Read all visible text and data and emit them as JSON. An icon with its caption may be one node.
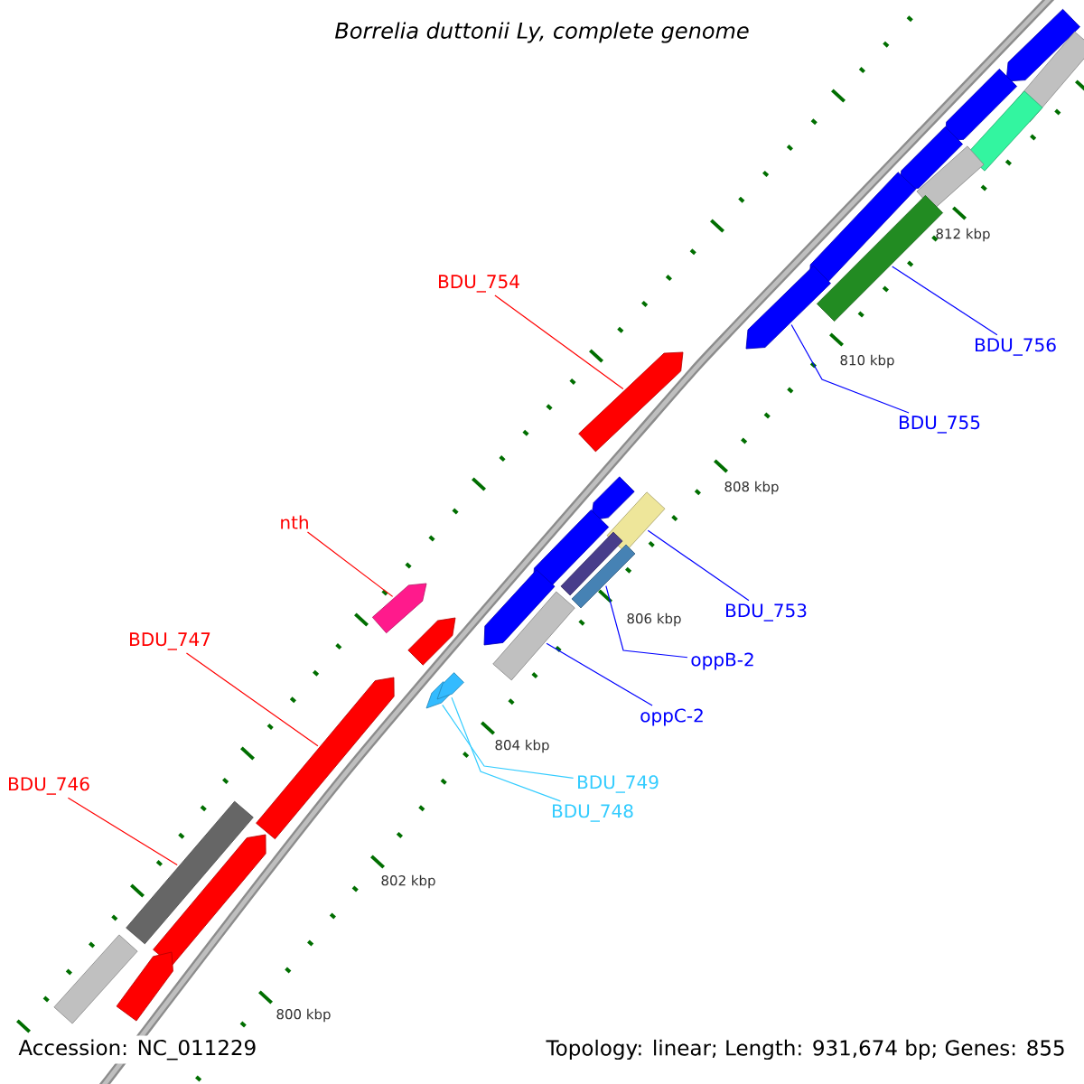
{
  "diagram": {
    "title": "Borrelia duttonii Ly, complete genome",
    "nodes": [
      {
        "text": [
          "BDU_754"
        ]
      },
      {
        "text": [
          "nth"
        ]
      },
      {
        "text": [
          "BDU_747"
        ]
      },
      {
        "text": [
          "BDU_746"
        ]
      },
      {
        "text": [
          "BDU_756"
        ]
      },
      {
        "text": [
          "BDU_755"
        ]
      },
      {
        "text": [
          "BDU_753"
        ]
      },
      {
        "text": [
          "oppB-2"
        ]
      },
      {
        "text": [
          "oppC-2"
        ]
      },
      {
        "text": [
          "BDU_749"
        ]
      },
      {
        "text": [
          "BDU_748"
        ]
      },
      {
        "text": [],
        "shape": "arrow"
      },
      {
        "text": [],
        "shape": "bar"
      },
      {
        "text": [],
        "shape": "arrow"
      },
      {
        "text": [],
        "shape": "bar"
      },
      {
        "text": [],
        "shape": "arrow"
      },
      {
        "text": [],
        "shape": "bar"
      },
      {
        "text": [],
        "shape": "arrow"
      },
      {
        "text": [],
        "shape": "bar"
      },
      {
        "text": [],
        "shape": "arrow"
      },
      {
        "text": [],
        "shape": "arrow"
      },
      {
        "text": [],
        "shape": "arrow"
      },
      {
        "text": [],
        "shape": "bar"
      },
      {
        "text": [],
        "shape": "arrow"
      },
      {
        "text": [],
        "shape": "bar"
      },
      {
        "text": [],
        "shape": "bar"
      },
      {
        "text": [],
        "shape": "arrow"
      },
      {
        "text": [],
        "shape": "arrow"
      },
      {
        "text": [],
        "shape": "arrow"
      },
      {
        "text": [],
        "shape": "bar"
      },
      {
        "text": [],
        "shape": "arrow"
      },
      {
        "text": [],
        "shape": "arrow"
      },
      {
        "text": [],
        "shape": "arrow"
      },
      {
        "text": [],
        "shape": "bar"
      },
      {
        "text": [],
        "shape": "arrow"
      },
      {
        "text": [],
        "shape": "bar"
      },
      {
        "text": [],
        "shape": "arrow"
      }
    ],
    "edges": [
      {
        "from": 0,
        "to": 20,
        "arrow": "none",
        "color": "#ff0000"
      },
      {
        "from": 1,
        "to": 26,
        "arrow": "none",
        "color": "#ff0000"
      },
      {
        "from": 2,
        "to": 32,
        "arrow": "none",
        "color": "#ff0000"
      },
      {
        "from": 3,
        "to": 33,
        "arrow": "none",
        "color": "#ff0000"
      },
      {
        "from": 4,
        "to": 18,
        "arrow": "none"
      },
      {
        "from": 5,
        "to": 19,
        "arrow": "none"
      },
      {
        "from": 6,
        "to": 22,
        "arrow": "none"
      },
      {
        "from": 7,
        "to": 25,
        "arrow": "none"
      },
      {
        "from": 8,
        "to": 29,
        "arrow": "none"
      },
      {
        "from": 9,
        "to": 30,
        "arrow": "none",
        "color": "#33ccff"
      },
      {
        "from": 10,
        "to": 31,
        "arrow": "none",
        "color": "#33ccff"
      }
    ],
    "labels": [
      "812 kbp",
      "810 kbp",
      "808 kbp",
      "806 kbp",
      "804 kbp",
      "802 kbp",
      "800 kbp",
      "Accession: NC_011229",
      "Topology: linear; Length: 931,674 bp; Genes: 855"
    ]
  }
}
